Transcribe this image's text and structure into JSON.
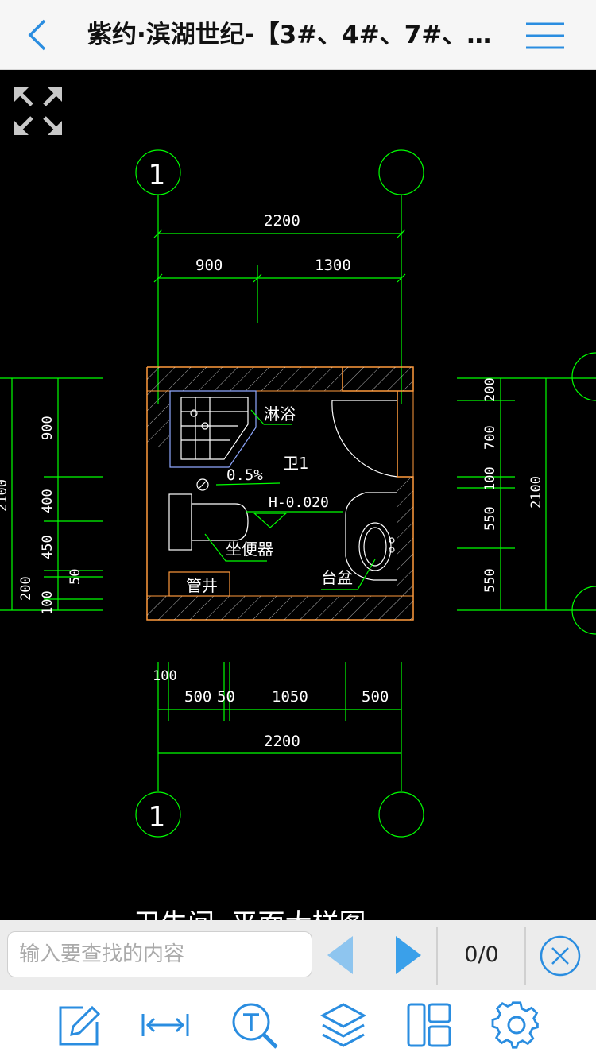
{
  "header": {
    "title": "紫约·滨湖世纪-【3#、4#、7#、…",
    "back_icon": "chevron-left-icon",
    "menu_icon": "hamburger-menu-icon"
  },
  "drawing": {
    "axis_label": "1",
    "dims_top": {
      "total": "2200",
      "left": "900",
      "right": "1300"
    },
    "dims_bottom": {
      "d100": "100",
      "d500a": "500",
      "d50": "50",
      "d1050": "1050",
      "d500b": "500",
      "total": "2200"
    },
    "dims_left": {
      "d900": "900",
      "d400": "400",
      "d450": "450",
      "d50": "50",
      "d200": "200",
      "d100": "100",
      "d2100": "2100"
    },
    "dims_right": {
      "d200": "200",
      "d700": "700",
      "d100": "100",
      "d550a": "550",
      "d550b": "550",
      "total": "2100"
    },
    "labels": {
      "shower": "淋浴",
      "room": "卫1",
      "slope": "0.5%",
      "elevation": "H-0.020",
      "toilet": "坐便器",
      "basin": "台盆",
      "shaft": "管井",
      "caption": "卫生间 平面大样图"
    }
  },
  "search": {
    "placeholder": "输入要查找的内容",
    "value": "",
    "count": "0/0"
  },
  "colors": {
    "accent": "#2a8de0",
    "cad_green": "#00ff00",
    "cad_orange": "#ff9a3c",
    "cad_white": "#ffffff"
  },
  "toolbar": {
    "icons": [
      "edit-icon",
      "measure-icon",
      "text-search-icon",
      "layers-icon",
      "layout-icon",
      "settings-icon"
    ]
  }
}
